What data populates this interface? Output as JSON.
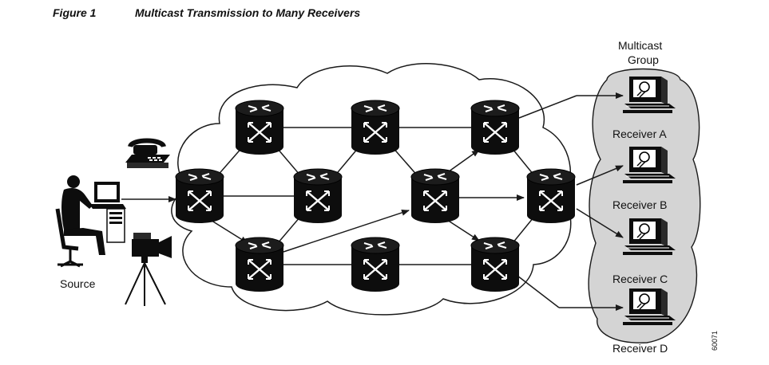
{
  "figure": {
    "number": "Figure 1",
    "title": "Multicast Transmission to Many Receivers",
    "id_tag": "60071"
  },
  "labels": {
    "source": "Source",
    "group_line1": "Multicast",
    "group_line2": "Group",
    "receivers": [
      "Receiver A",
      "Receiver B",
      "Receiver C",
      "Receiver D"
    ]
  },
  "colors": {
    "router": "#0d0d0d",
    "cloud_stroke": "#1a1a1a",
    "group_fill": "#d4d4d4",
    "link": "#1a1a1a"
  }
}
